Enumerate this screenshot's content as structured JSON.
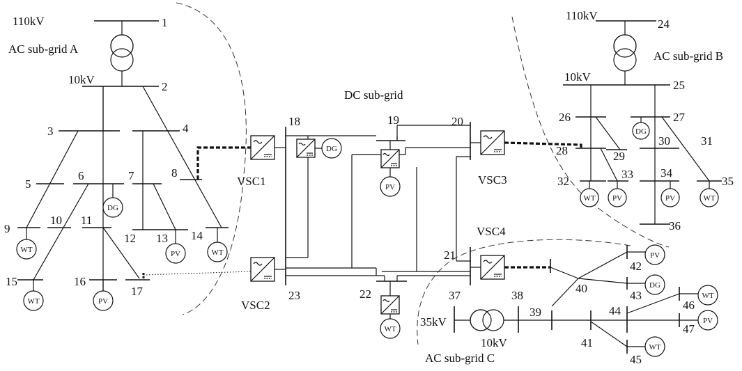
{
  "title": "DC sub-grid",
  "regions": {
    "a": "AC sub-grid A",
    "b": "AC sub-grid B",
    "c": "AC sub-grid C"
  },
  "voltages": {
    "a_high": "110kV",
    "a_low": "10kV",
    "b_high": "110kV",
    "b_low": "10kV",
    "c_high": "35kV",
    "c_low": "10kV"
  },
  "converters": {
    "vsc1": "VSC1",
    "vsc2": "VSC2",
    "vsc3": "VSC3",
    "vsc4": "VSC4"
  },
  "buses": {
    "b1": "1",
    "b2": "2",
    "b3": "3",
    "b4": "4",
    "b5": "5",
    "b6": "6",
    "b7": "7",
    "b8": "8",
    "b9": "9",
    "b10": "10",
    "b11": "11",
    "b12": "12",
    "b13": "13",
    "b14": "14",
    "b15": "15",
    "b16": "16",
    "b17": "17",
    "b18": "18",
    "b19": "19",
    "b20": "20",
    "b21": "21",
    "b22": "22",
    "b23": "23",
    "b24": "24",
    "b25": "25",
    "b26": "26",
    "b27": "27",
    "b28": "28",
    "b29": "29",
    "b30": "30",
    "b31": "31",
    "b32": "32",
    "b33": "33",
    "b34": "34",
    "b35": "35",
    "b36": "36",
    "b37": "37",
    "b38": "38",
    "b39": "39",
    "b40": "40",
    "b41": "41",
    "b42": "42",
    "b43": "43",
    "b44": "44",
    "b45": "45",
    "b46": "46",
    "b47": "47"
  },
  "units": {
    "wt": "WT",
    "pv": "PV",
    "dg": "DG"
  }
}
